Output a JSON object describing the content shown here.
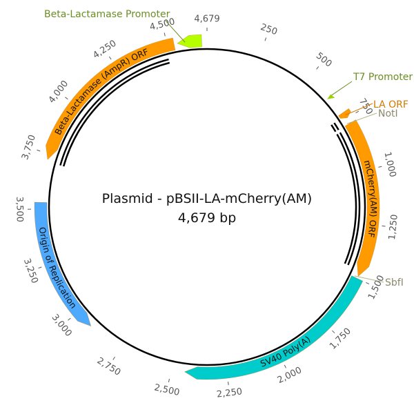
{
  "map": {
    "title": "Plasmid - pBSII-LA-mCherry(AM)",
    "length_label": "4,679 bp",
    "length_bp": 4679
  },
  "tick_labels": [
    {
      "bp": 250,
      "label": "250"
    },
    {
      "bp": 500,
      "label": "500"
    },
    {
      "bp": 750,
      "label": "750"
    },
    {
      "bp": 1000,
      "label": "1,000"
    },
    {
      "bp": 1250,
      "label": "1,250"
    },
    {
      "bp": 1500,
      "label": "1,500"
    },
    {
      "bp": 1750,
      "label": "1,750"
    },
    {
      "bp": 2000,
      "label": "2,000"
    },
    {
      "bp": 2250,
      "label": "2,250"
    },
    {
      "bp": 2500,
      "label": "2,500"
    },
    {
      "bp": 2750,
      "label": "2,750"
    },
    {
      "bp": 3000,
      "label": "3,000"
    },
    {
      "bp": 3250,
      "label": "3,250"
    },
    {
      "bp": 3500,
      "label": "3,500"
    },
    {
      "bp": 3750,
      "label": "3,750"
    },
    {
      "bp": 4000,
      "label": "4,000"
    },
    {
      "bp": 4250,
      "label": "4,250"
    },
    {
      "bp": 4500,
      "label": "4,500"
    },
    {
      "bp": 4679,
      "label": "4,679"
    }
  ],
  "features": [
    {
      "name": "Beta-Lactamase (AmpR) ORF",
      "start": 3725,
      "end": 4530,
      "direction": "reverse",
      "color": "#ff9a00",
      "label_inside": true
    },
    {
      "name": "mCherry(AM) ORF",
      "start": 775,
      "end": 1490,
      "direction": "forward",
      "color": "#ff9a00",
      "label_inside": true
    },
    {
      "name": "SV40 Poly(A)",
      "start": 1500,
      "end": 2440,
      "direction": "forward",
      "color": "#00cccc",
      "label_inside": true
    },
    {
      "name": "Origin of Replication",
      "start": 2915,
      "end": 3530,
      "direction": "reverse",
      "color": "#4daaff",
      "label_inside": true
    },
    {
      "name": "Beta-Lactamase Promoter",
      "start": 4545,
      "end": 4655,
      "direction": "reverse",
      "color": "#b5ff00",
      "label_inside": false,
      "label_color": "#6b8e23"
    },
    {
      "name": "LA ORF",
      "start": 718,
      "end": 748,
      "direction": "forward",
      "color": "#ff9a00",
      "label_inside": false,
      "label_color": "#d17a00"
    }
  ],
  "promoters": [
    {
      "name": "T7 Promoter",
      "bp": 625,
      "color": "#9ad100",
      "label_color": "#6b8e23"
    }
  ],
  "sites": [
    {
      "name": "NotI",
      "bp": 770,
      "label_color": "#8a8a6a"
    },
    {
      "name": "SbfI",
      "bp": 1495,
      "label_color": "#8a8a6a"
    }
  ],
  "orf_tracks": [
    {
      "start": 3715,
      "end": 4490
    },
    {
      "start": 735,
      "end": 775
    },
    {
      "start": 790,
      "end": 1460
    }
  ]
}
